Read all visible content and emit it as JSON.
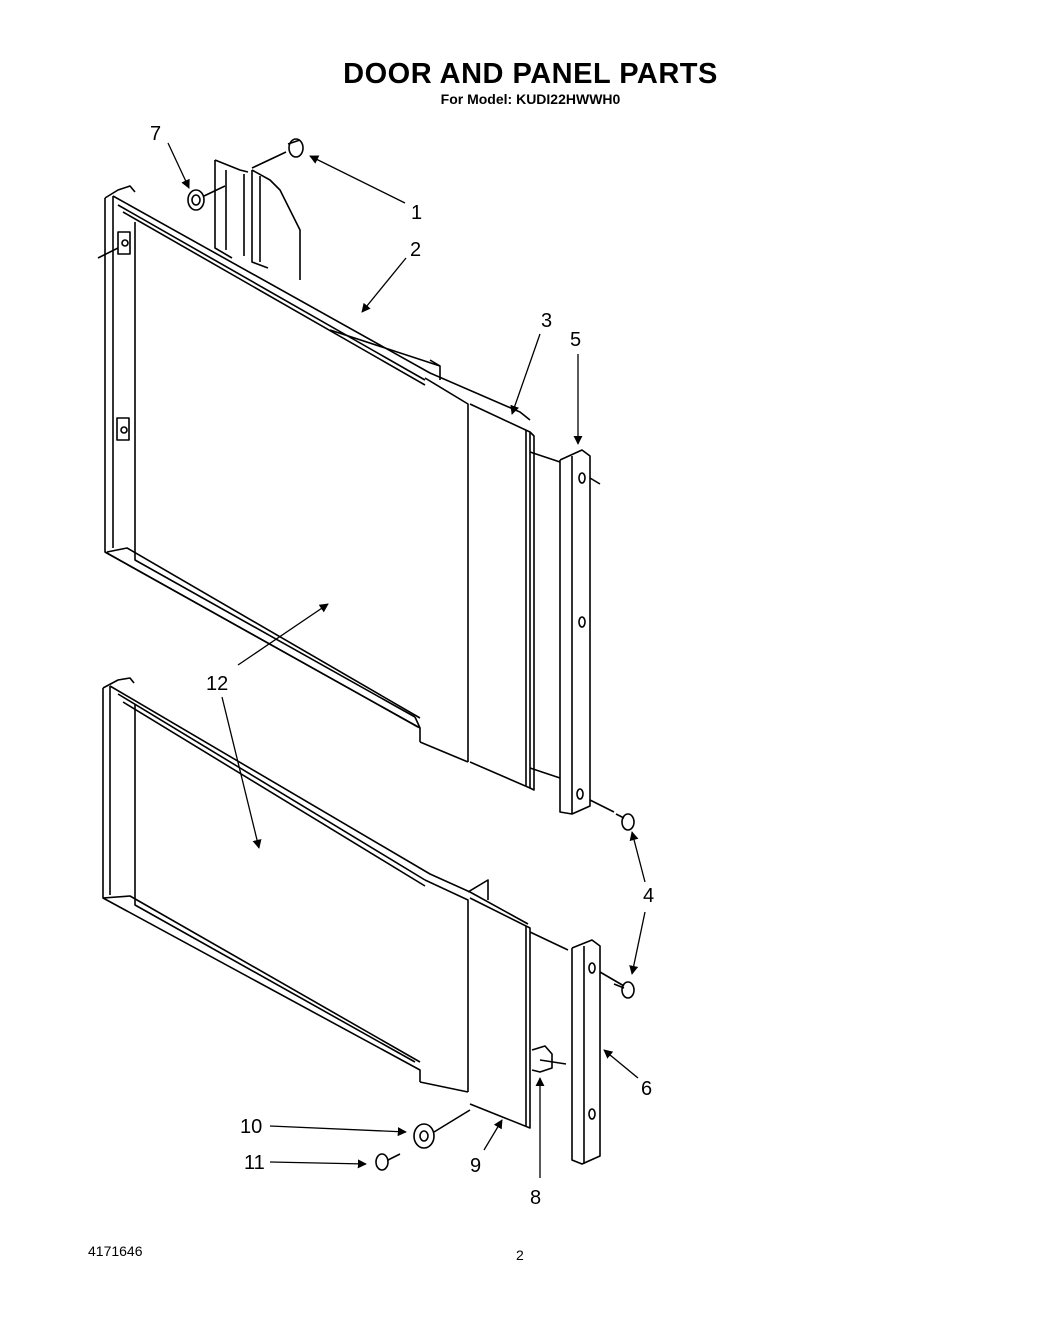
{
  "header": {
    "title": "DOOR AND PANEL PARTS",
    "subtitle": "For Model: KUDI22HWWH0"
  },
  "footer": {
    "doc_number": "4171646",
    "page_number": "2"
  },
  "callouts": [
    "1",
    "2",
    "3",
    "4",
    "5",
    "6",
    "7",
    "8",
    "9",
    "10",
    "11",
    "12"
  ]
}
